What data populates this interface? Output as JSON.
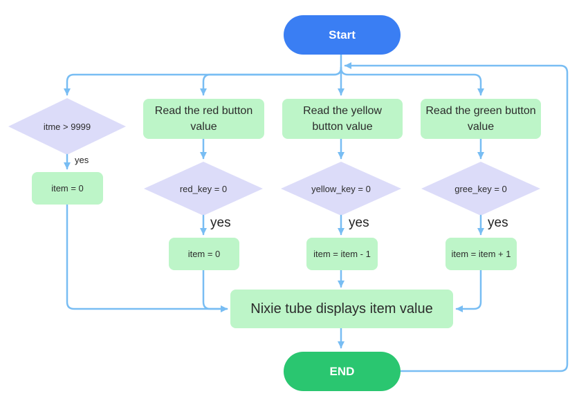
{
  "nodes": {
    "start": "Start",
    "end": "END",
    "read_red": "Read the red button value",
    "read_yellow": "Read the yellow button value",
    "read_green": "Read the green button value",
    "dec_item": "itme > 9999",
    "dec_red": "red_key = 0",
    "dec_yellow": "yellow_key = 0",
    "dec_green": "gree_key = 0",
    "set_item_zero_left": "item = 0",
    "set_item_zero_red": "item = 0",
    "item_minus": "item = item - 1",
    "item_plus": "item = item + 1",
    "display": "Nixie tube displays item value"
  },
  "edge_labels": {
    "yes_item": "yes",
    "yes_red": "yes",
    "yes_yellow": "yes",
    "yes_green": "yes"
  },
  "colors": {
    "arrow": "#78bdf3",
    "process_fill": "#bdf5c8",
    "decision_fill": "#dcdcf9",
    "start_fill": "#3a7ef3",
    "end_fill": "#2ac670"
  }
}
